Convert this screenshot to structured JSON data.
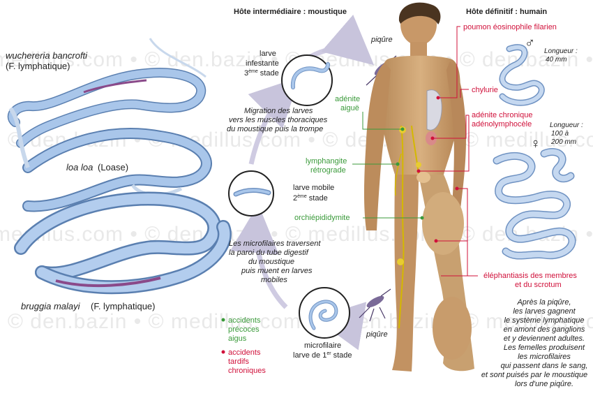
{
  "watermark": {
    "text_1": "medillus.com • © den.bazin • © medillus.com • © den.bazin • © medillus.com",
    "text_2": "• © den.bazin • © medillus.com • © den.bazin • © medillus.com • © den.bazin",
    "text_3": "medillus.com • © den.bazin • © medillus.com • © den.bazin • © medillus.com"
  },
  "headers": {
    "intermediate_host": "Hôte intermédiaire : moustique",
    "definitive_host": "Hôte définitif : humain"
  },
  "species": {
    "wuchereria_name": "wuchereria bancrofti",
    "wuchereria_type": "(F. lymphatique)",
    "loa_name": "loa loa",
    "loa_type": "(Loase)",
    "brugia_name": "bruggia malayi",
    "brugia_type": "(F. lymphatique)"
  },
  "cycle": {
    "piqure_top": "piqûre",
    "piqure_bottom": "piqûre",
    "larva3_line1": "larve",
    "larva3_line2": "infestante",
    "larva3_line3_num": "3",
    "larva3_line3_sup": "ème",
    "larva3_line3_end": " stade",
    "migration_1": "Migration des larves",
    "migration_2": "vers les muscles thoraciques",
    "migration_3": "du moustique puis la trompe",
    "larva2_line1": "larve mobile",
    "larva2_num": "2",
    "larva2_sup": "ème",
    "larva2_end": " stade",
    "micro_text_1": "Les microfilaires traversent",
    "micro_text_2": "la paroi du tube digestif",
    "micro_text_3": "du moustique",
    "micro_text_4": "puis muent en larves",
    "micro_text_5": "mobiles",
    "microfilaire_1": "microfilaire",
    "microfilaire_2": "larve de 1",
    "microfilaire_sup": "er",
    "microfilaire_end": " stade"
  },
  "legend": {
    "acute_1": "accidents",
    "acute_2": "précoces",
    "acute_3": "aigus",
    "chronic_1": "accidents",
    "chronic_2": "tardifs",
    "chronic_3": "chroniques",
    "green_color": "#3a9a3a",
    "red_color": "#d0103a"
  },
  "body_labels": {
    "adenite_aigue_1": "adénite",
    "adenite_aigue_2": "aiguë",
    "lymphangite_1": "lymphangite",
    "lymphangite_2": "rétrograde",
    "orchiepididymite": "orchiépididymite",
    "poumon": "poumon éosinophile filarien",
    "chylurie": "chylurie",
    "adenite_chronique_1": "adénite chronique",
    "adenite_chronique_2": "adénolymphocèle",
    "elephantiasis_1": "éléphantiasis des membres",
    "elephantiasis_2": "et du scrotum"
  },
  "adults": {
    "male_symbol": "♂",
    "male_len_1": "Longueur :",
    "male_len_2": "40 mm",
    "female_symbol": "♀",
    "female_len_1": "Longueur :",
    "female_len_2": "100 à",
    "female_len_3": "200 mm"
  },
  "explanation": {
    "line_1": "Après la piqûre,",
    "line_2": "les larves gagnent",
    "line_3": "le système lymphatique",
    "line_4": "en amont des ganglions",
    "line_5": "et y deviennent adultes.",
    "line_6": "Les femelles produisent",
    "line_7": "les microfilaires",
    "line_8": "qui passent dans le sang,",
    "line_9": "et sont puisés par le moustique",
    "line_10": "lors d'une piqûre."
  }
}
